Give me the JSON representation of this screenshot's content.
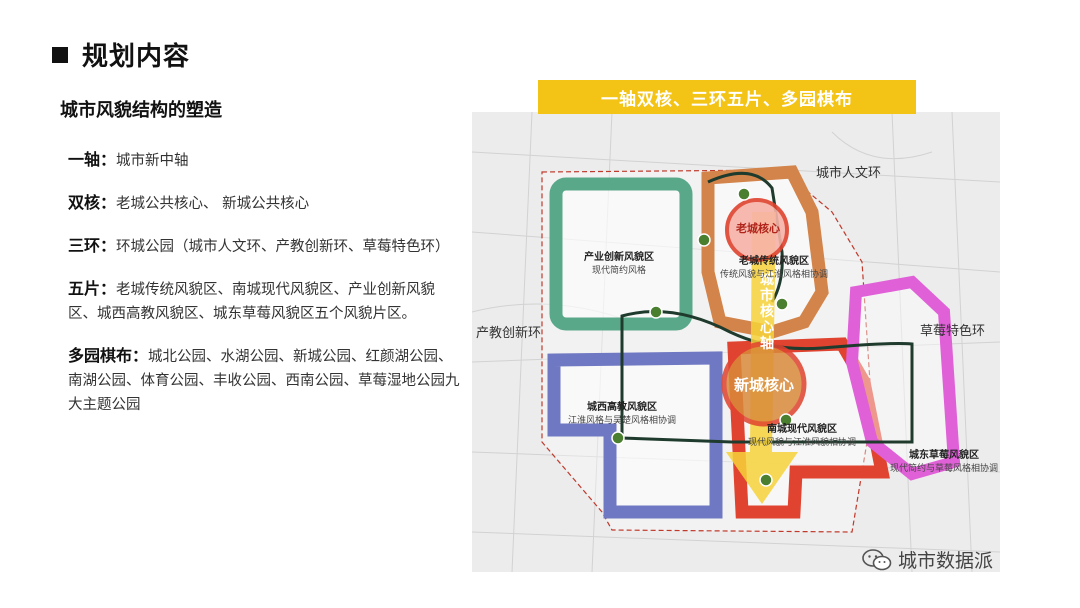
{
  "title": "规划内容",
  "subtitle": "城市风貌结构的塑造",
  "items": [
    {
      "key": "一轴：",
      "text": "城市新中轴"
    },
    {
      "key": "双核：",
      "text": "老城公共核心、 新城公共核心"
    },
    {
      "key": "三环：",
      "text": "环城公园（城市人文环、产教创新环、草莓特色环）"
    },
    {
      "key": "五片：",
      "text": "老城传统风貌区、南城现代风貌区、产业创新风貌区、城西高教风貌区、城东草莓风貌区五个风貌片区。"
    },
    {
      "key": "多园棋布：",
      "text": "城北公园、水湖公园、新城公园、红颜湖公园、南湖公园、体育公园、丰收公园、西南公园、草莓湿地公园九大主题公园"
    }
  ],
  "map": {
    "banner": "一轴双核、三环五片、多园棋布",
    "labels": {
      "ring_humanity": "城市人文环",
      "ring_innovation": "产教创新环",
      "ring_strawberry": "草莓特色环",
      "core_old": "老城核心",
      "core_new": "新城核心",
      "axis": "城市核心轴",
      "zone_industry": "产业创新风貌区",
      "zone_industry_sub": "现代简约风格",
      "zone_oldcity": "老城传统风貌区",
      "zone_oldcity_sub": "传统风貌与江淮风格相协调",
      "zone_west": "城西高教风貌区",
      "zone_west_sub": "江淮风格与吴楚风格相协调",
      "zone_south": "南城现代风貌区",
      "zone_south_sub": "现代风貌与江淮风貌相协调",
      "zone_east": "城东草莓风貌区",
      "zone_east_sub": "现代简约与草莓风格相协调"
    },
    "colors": {
      "banner": "#f3c316",
      "green": "#5aa88a",
      "orange": "#d3844a",
      "purple": "#6f78c2",
      "red": "#e0432f",
      "pink": "#e060d8",
      "yellow": "#f6d23a"
    }
  },
  "watermark": "城市数据派"
}
